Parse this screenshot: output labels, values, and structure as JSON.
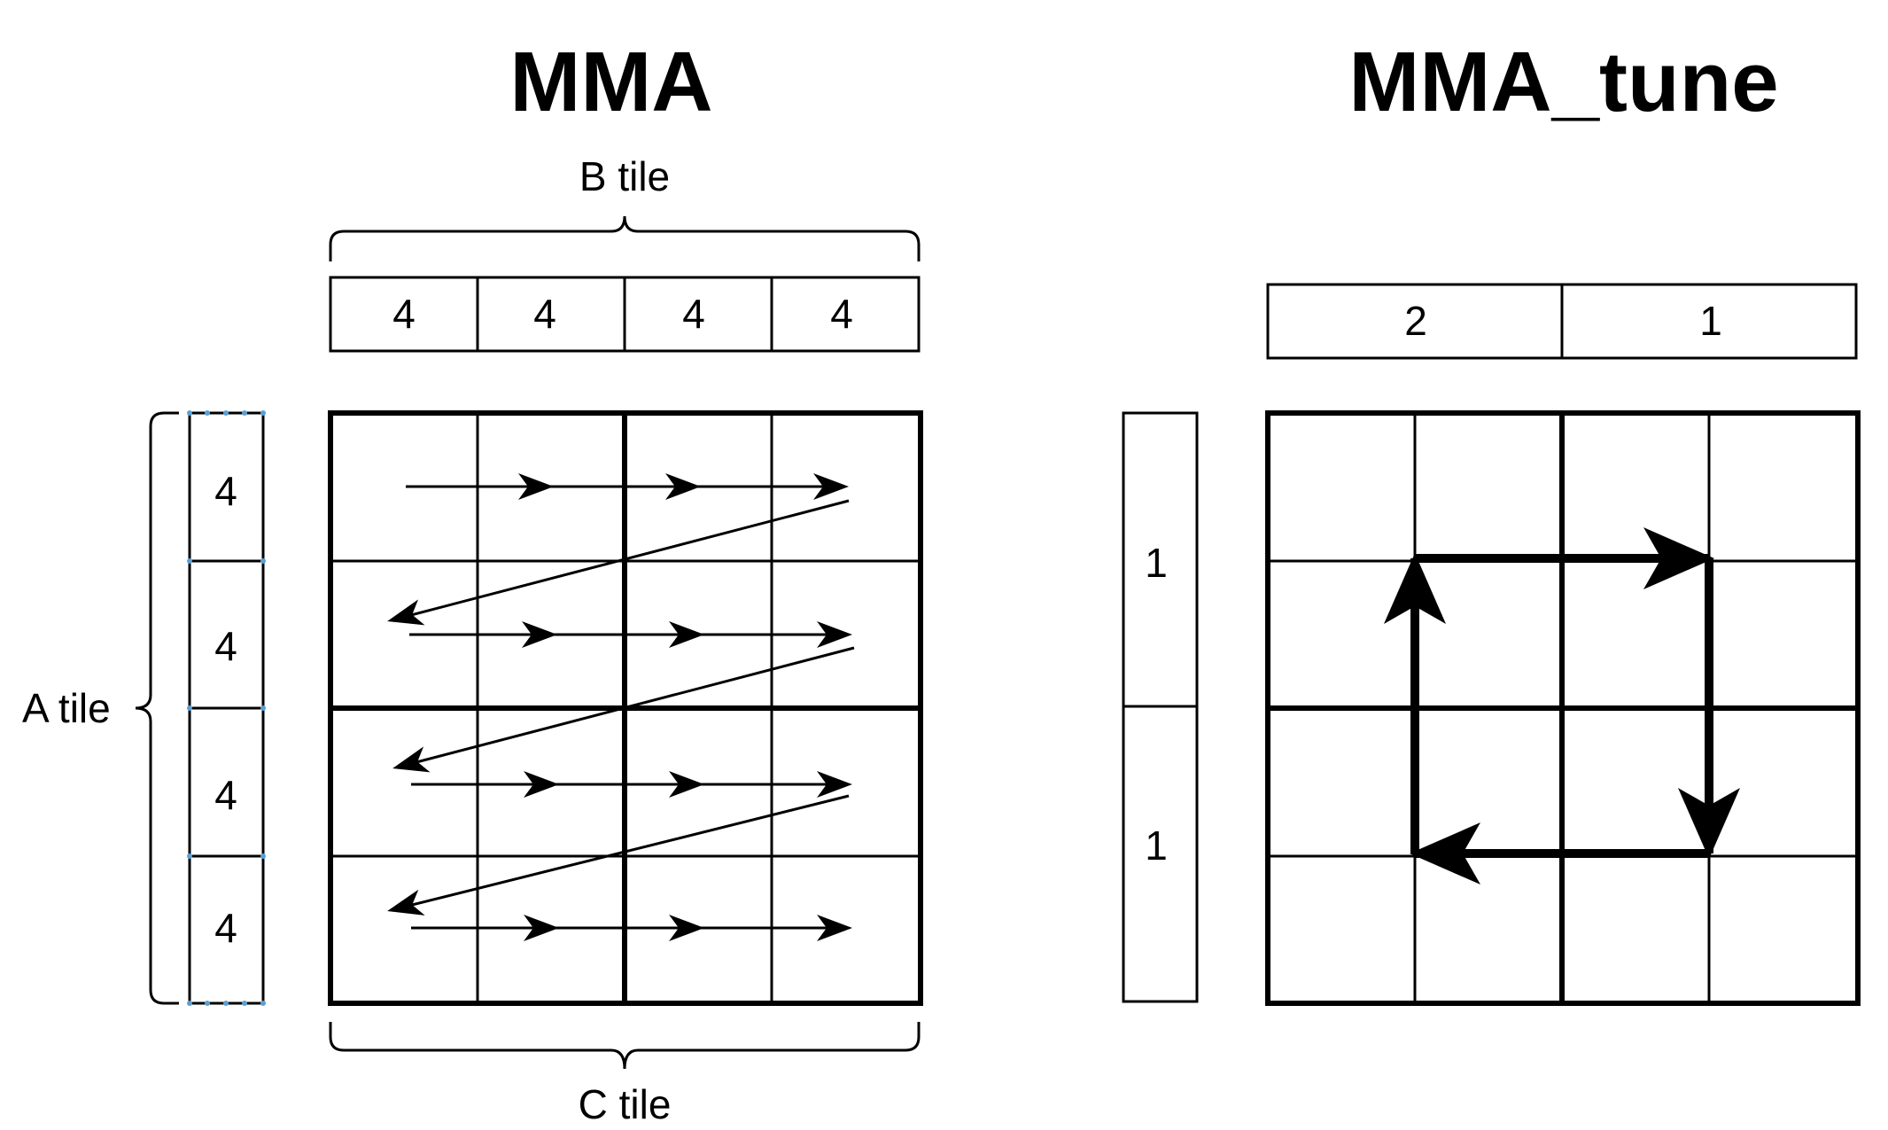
{
  "titles": {
    "left": "MMA",
    "right": "MMA_tune"
  },
  "labels": {
    "b_tile": "B tile",
    "a_tile": "A tile",
    "c_tile": "C tile"
  },
  "mma": {
    "b_values": [
      "4",
      "4",
      "4",
      "4"
    ],
    "a_values": [
      "4",
      "4",
      "4",
      "4"
    ]
  },
  "mma_tune": {
    "b_values": [
      "2",
      "1"
    ],
    "a_values": [
      "1",
      "1"
    ]
  }
}
